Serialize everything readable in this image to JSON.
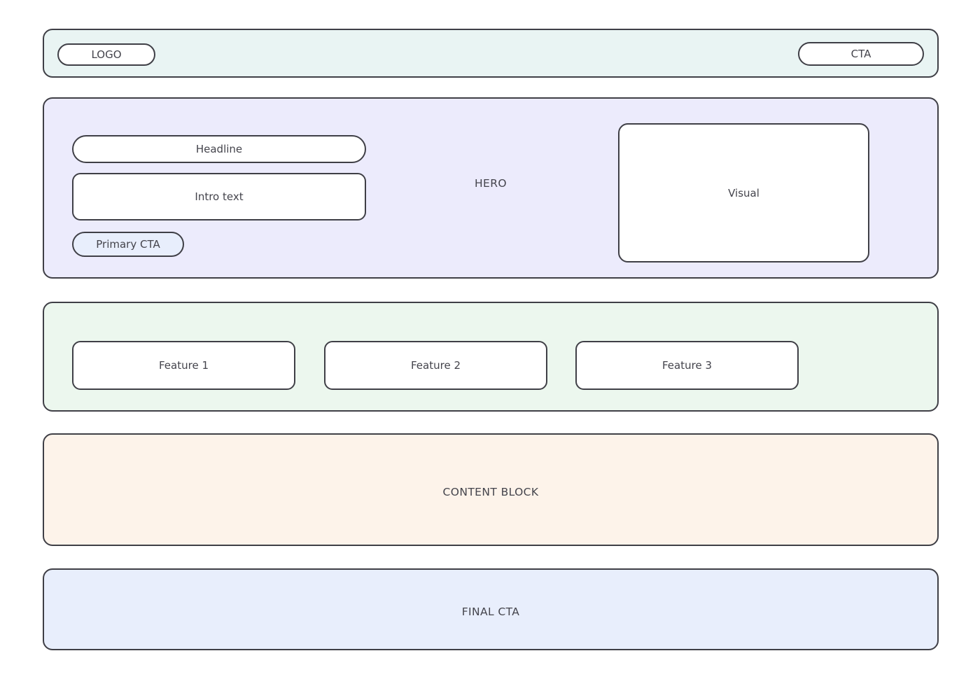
{
  "page": {
    "background": "#ffffff",
    "outline_color": "#3f3f46",
    "text_color": "#44444c"
  },
  "header": {
    "section_name": "header",
    "background": "#e9f4f3",
    "logo_label": "LOGO",
    "cta_label": "CTA"
  },
  "hero": {
    "section_name": "hero",
    "background": "#ecebfc",
    "label": "HERO",
    "headline_label": "Headline",
    "intro_label": "Intro text",
    "primary_cta_label": "Primary CTA",
    "primary_cta_fill": "#e8eefc",
    "visual_label": "Visual"
  },
  "features": {
    "section_name": "features",
    "background": "#ecf7ee",
    "cards": [
      {
        "label": "Feature 1"
      },
      {
        "label": "Feature 2"
      },
      {
        "label": "Feature 3"
      }
    ]
  },
  "content": {
    "section_name": "content-block",
    "background": "#fdf3ea",
    "label": "CONTENT BLOCK"
  },
  "final_cta": {
    "section_name": "final-cta",
    "background": "#e8eefc",
    "label": "FINAL CTA"
  }
}
